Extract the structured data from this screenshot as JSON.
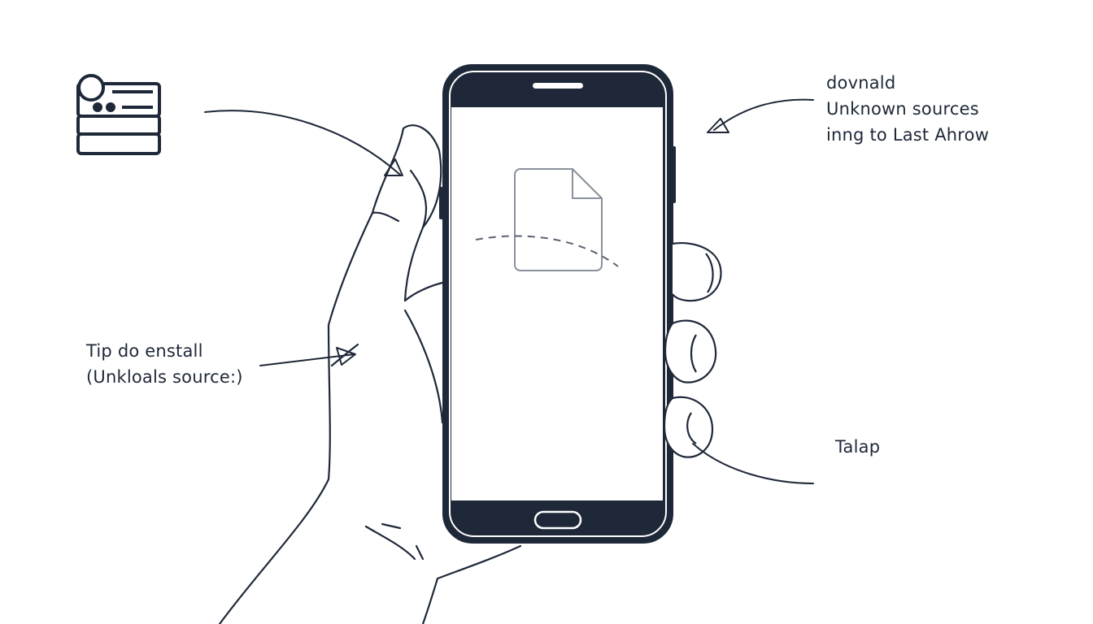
{
  "colors": {
    "ink": "#1e2838",
    "screen": "#ffffff",
    "background": "#ffffff"
  },
  "annotations": {
    "top_right": {
      "line1": "dovnald",
      "line2": "Unknown sources",
      "line3": "inng to Last Ahrow"
    },
    "left_middle": {
      "line1": "Tip do enstall",
      "line2": "(Unkloals source:)"
    },
    "bottom_right": {
      "line1": "Talap"
    }
  },
  "icons": {
    "top_left": "server-settings-icon",
    "screen_center": "file-icon"
  }
}
